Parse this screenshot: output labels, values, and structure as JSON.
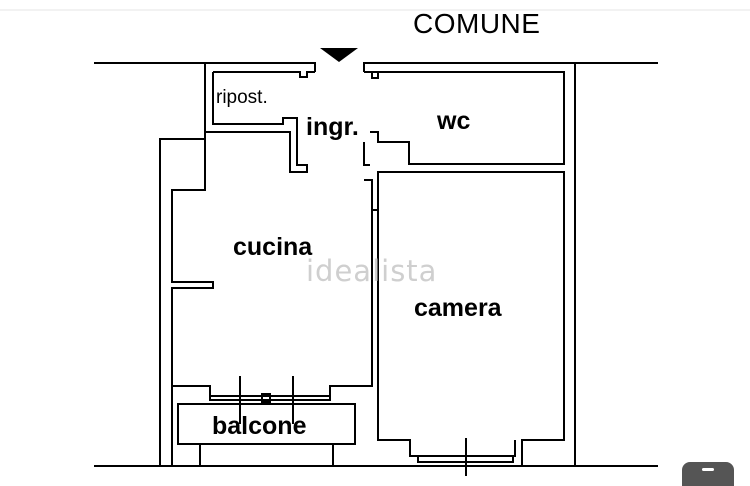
{
  "floorplan": {
    "labels": {
      "comune": "COMUNE",
      "ripost": "ripost.",
      "ingr": "ingr.",
      "wc": "wc",
      "cucina": "cucina",
      "camera": "camera",
      "balcone": "balcone"
    },
    "watermark": "idealista",
    "entrance_arrow_icon": "arrow-down-icon",
    "colors": {
      "wall": "#000000",
      "watermark": "#cfcfcf",
      "background": "#ffffff"
    }
  },
  "overlay": {
    "corner_button_icon": "minimize-icon"
  }
}
